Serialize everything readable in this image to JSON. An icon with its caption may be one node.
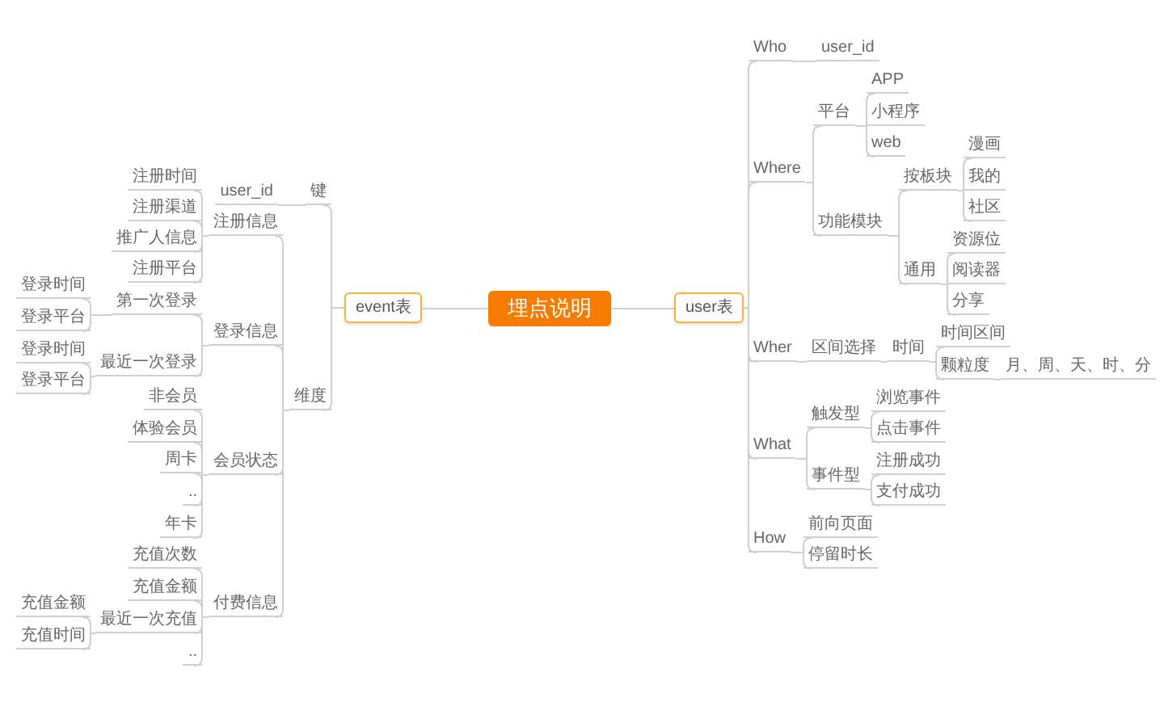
{
  "diagram": {
    "nodes": [
      {
        "text": [
          "埋点说明"
        ]
      },
      {
        "text": [
          "event表"
        ]
      },
      {
        "text": [
          "键"
        ]
      },
      {
        "text": [
          "user_id"
        ]
      },
      {
        "text": [
          "维度"
        ]
      },
      {
        "text": [
          "注册信息"
        ]
      },
      {
        "text": [
          "注册时间"
        ]
      },
      {
        "text": [
          "注册渠道"
        ]
      },
      {
        "text": [
          "推广人信息"
        ]
      },
      {
        "text": [
          "注册平台"
        ]
      },
      {
        "text": [
          "登录信息"
        ]
      },
      {
        "text": [
          "第一次登录"
        ]
      },
      {
        "text": [
          "登录时间"
        ]
      },
      {
        "text": [
          "登录平台"
        ]
      },
      {
        "text": [
          "最近一次登录"
        ]
      },
      {
        "text": [
          "登录时间"
        ]
      },
      {
        "text": [
          "登录平台"
        ]
      },
      {
        "text": [
          "会员状态"
        ]
      },
      {
        "text": [
          "非会员"
        ]
      },
      {
        "text": [
          "体验会员"
        ]
      },
      {
        "text": [
          "周卡"
        ]
      },
      {
        "text": [
          ".."
        ]
      },
      {
        "text": [
          "年卡"
        ]
      },
      {
        "text": [
          "付费信息"
        ]
      },
      {
        "text": [
          "充值次数"
        ]
      },
      {
        "text": [
          "充值金额"
        ]
      },
      {
        "text": [
          "最近一次充值"
        ]
      },
      {
        "text": [
          "充值金额"
        ]
      },
      {
        "text": [
          "充值时间"
        ]
      },
      {
        "text": [
          ".."
        ]
      },
      {
        "text": [
          "user表"
        ]
      },
      {
        "text": [
          "Who"
        ]
      },
      {
        "text": [
          "user_id"
        ]
      },
      {
        "text": [
          "Where"
        ]
      },
      {
        "text": [
          "平台"
        ]
      },
      {
        "text": [
          "APP"
        ]
      },
      {
        "text": [
          "小程序"
        ]
      },
      {
        "text": [
          "web"
        ]
      },
      {
        "text": [
          "功能模块"
        ]
      },
      {
        "text": [
          "按板块"
        ]
      },
      {
        "text": [
          "漫画"
        ]
      },
      {
        "text": [
          "我的"
        ]
      },
      {
        "text": [
          "社区"
        ]
      },
      {
        "text": [
          "通用"
        ]
      },
      {
        "text": [
          "资源位"
        ]
      },
      {
        "text": [
          "阅读器"
        ]
      },
      {
        "text": [
          "分享"
        ]
      },
      {
        "text": [
          "Wher"
        ]
      },
      {
        "text": [
          "区间选择"
        ]
      },
      {
        "text": [
          "时间"
        ]
      },
      {
        "text": [
          "时间区间"
        ]
      },
      {
        "text": [
          "颗粒度"
        ]
      },
      {
        "text": [
          "月、周、天、时、分"
        ]
      },
      {
        "text": [
          "What"
        ]
      },
      {
        "text": [
          "触发型"
        ]
      },
      {
        "text": [
          "浏览事件"
        ]
      },
      {
        "text": [
          "点击事件"
        ]
      },
      {
        "text": [
          "事件型"
        ]
      },
      {
        "text": [
          "注册成功"
        ]
      },
      {
        "text": [
          "支付成功"
        ]
      },
      {
        "text": [
          "How"
        ]
      },
      {
        "text": [
          "前向页面"
        ]
      },
      {
        "text": [
          "停留时长"
        ]
      }
    ],
    "edges": [
      {
        "from": 0,
        "to": 1,
        "arrow": "none"
      },
      {
        "from": 1,
        "to": 2,
        "arrow": "none"
      },
      {
        "from": 2,
        "to": 3,
        "arrow": "none"
      },
      {
        "from": 1,
        "to": 4,
        "arrow": "none"
      },
      {
        "from": 4,
        "to": 5,
        "arrow": "none"
      },
      {
        "from": 5,
        "to": 6,
        "arrow": "none"
      },
      {
        "from": 5,
        "to": 7,
        "arrow": "none"
      },
      {
        "from": 5,
        "to": 8,
        "arrow": "none"
      },
      {
        "from": 5,
        "to": 9,
        "arrow": "none"
      },
      {
        "from": 4,
        "to": 10,
        "arrow": "none"
      },
      {
        "from": 10,
        "to": 11,
        "arrow": "none"
      },
      {
        "from": 11,
        "to": 12,
        "arrow": "none"
      },
      {
        "from": 11,
        "to": 13,
        "arrow": "none"
      },
      {
        "from": 10,
        "to": 14,
        "arrow": "none"
      },
      {
        "from": 14,
        "to": 15,
        "arrow": "none"
      },
      {
        "from": 14,
        "to": 16,
        "arrow": "none"
      },
      {
        "from": 4,
        "to": 17,
        "arrow": "none"
      },
      {
        "from": 17,
        "to": 18,
        "arrow": "none"
      },
      {
        "from": 17,
        "to": 19,
        "arrow": "none"
      },
      {
        "from": 17,
        "to": 20,
        "arrow": "none"
      },
      {
        "from": 17,
        "to": 21,
        "arrow": "none"
      },
      {
        "from": 17,
        "to": 22,
        "arrow": "none"
      },
      {
        "from": 4,
        "to": 23,
        "arrow": "none"
      },
      {
        "from": 23,
        "to": 24,
        "arrow": "none"
      },
      {
        "from": 23,
        "to": 25,
        "arrow": "none"
      },
      {
        "from": 23,
        "to": 26,
        "arrow": "none"
      },
      {
        "from": 26,
        "to": 27,
        "arrow": "none"
      },
      {
        "from": 26,
        "to": 28,
        "arrow": "none"
      },
      {
        "from": 23,
        "to": 29,
        "arrow": "none"
      },
      {
        "from": 0,
        "to": 30,
        "arrow": "none"
      },
      {
        "from": 30,
        "to": 31,
        "arrow": "none"
      },
      {
        "from": 31,
        "to": 32,
        "arrow": "none"
      },
      {
        "from": 30,
        "to": 33,
        "arrow": "none"
      },
      {
        "from": 33,
        "to": 34,
        "arrow": "none"
      },
      {
        "from": 34,
        "to": 35,
        "arrow": "none"
      },
      {
        "from": 34,
        "to": 36,
        "arrow": "none"
      },
      {
        "from": 34,
        "to": 37,
        "arrow": "none"
      },
      {
        "from": 33,
        "to": 38,
        "arrow": "none"
      },
      {
        "from": 38,
        "to": 39,
        "arrow": "none"
      },
      {
        "from": 39,
        "to": 40,
        "arrow": "none"
      },
      {
        "from": 39,
        "to": 41,
        "arrow": "none"
      },
      {
        "from": 39,
        "to": 42,
        "arrow": "none"
      },
      {
        "from": 38,
        "to": 43,
        "arrow": "none"
      },
      {
        "from": 43,
        "to": 44,
        "arrow": "none"
      },
      {
        "from": 43,
        "to": 45,
        "arrow": "none"
      },
      {
        "from": 43,
        "to": 46,
        "arrow": "none"
      },
      {
        "from": 30,
        "to": 47,
        "arrow": "none"
      },
      {
        "from": 47,
        "to": 48,
        "arrow": "none"
      },
      {
        "from": 48,
        "to": 49,
        "arrow": "none"
      },
      {
        "from": 49,
        "to": 50,
        "arrow": "none"
      },
      {
        "from": 49,
        "to": 51,
        "arrow": "none"
      },
      {
        "from": 51,
        "to": 52,
        "arrow": "none"
      },
      {
        "from": 30,
        "to": 53,
        "arrow": "none"
      },
      {
        "from": 53,
        "to": 54,
        "arrow": "none"
      },
      {
        "from": 54,
        "to": 55,
        "arrow": "none"
      },
      {
        "from": 54,
        "to": 56,
        "arrow": "none"
      },
      {
        "from": 53,
        "to": 57,
        "arrow": "none"
      },
      {
        "from": 57,
        "to": 58,
        "arrow": "none"
      },
      {
        "from": 57,
        "to": 59,
        "arrow": "none"
      },
      {
        "from": 30,
        "to": 60,
        "arrow": "none"
      },
      {
        "from": 60,
        "to": 61,
        "arrow": "none"
      },
      {
        "from": 60,
        "to": 62,
        "arrow": "none"
      }
    ]
  }
}
